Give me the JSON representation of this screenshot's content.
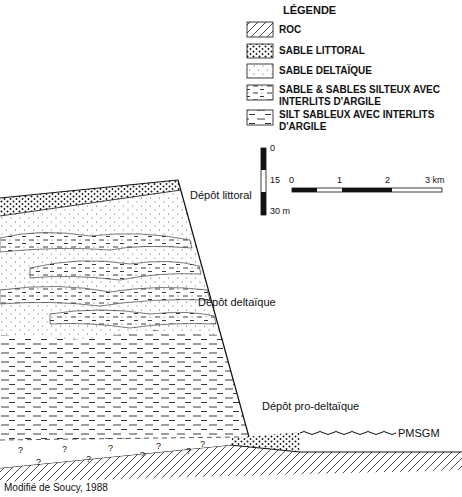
{
  "diagram": {
    "caption": "Modifié de Soucy, 1988",
    "labels": [
      "LÉGENDE",
      "Dépôt littoral",
      "Dépôt deltaïque",
      "Dépôt pro-deltaïque",
      "PMSGM",
      "0",
      "15",
      "30 m",
      "0",
      "1",
      "2",
      "3 km",
      "?",
      "?",
      "?",
      "?",
      "?",
      "?",
      "?",
      "?",
      "?"
    ],
    "legend": [
      {
        "text": "ROC"
      },
      {
        "text": "SABLE LITTORAL"
      },
      {
        "text": "SABLE DELTAÏQUE"
      },
      {
        "text": "SABLE & SABLES SILTEUX AVEC INTERLITS D'ARGILE"
      },
      {
        "text": "SILT SABLEUX AVEC INTERLITS D'ARGILE"
      }
    ]
  }
}
